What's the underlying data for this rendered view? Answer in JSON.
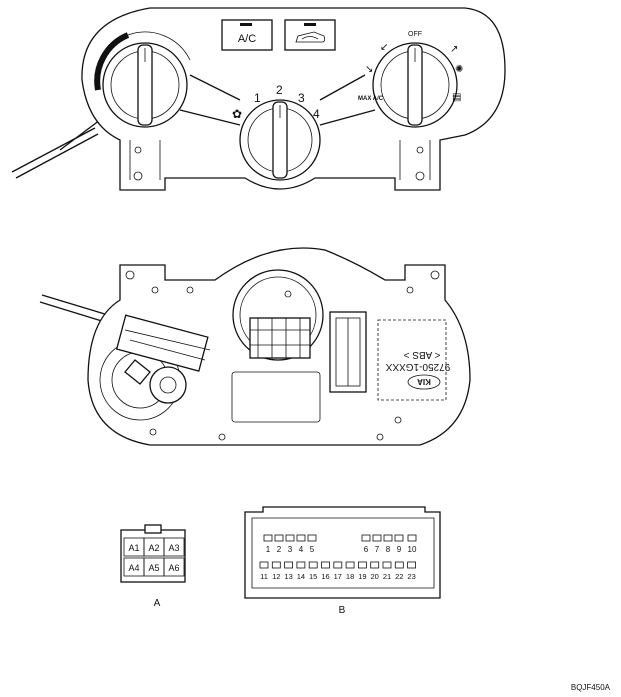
{
  "front_panel": {
    "ac_button_label": "A/C",
    "blower_labels": [
      "1",
      "2",
      "3",
      "4"
    ],
    "mode_off_label": "OFF",
    "mode_max_label": "MAX A/C"
  },
  "rear_panel": {
    "sticker_line1": "< ABS >",
    "sticker_line2": "97250-1GXXX",
    "logo_text": "KIA"
  },
  "connector_a": {
    "caption": "A",
    "pins": [
      "A1",
      "A2",
      "A3",
      "A4",
      "A5",
      "A6"
    ]
  },
  "connector_b": {
    "caption": "B",
    "top_pins": [
      "1",
      "2",
      "3",
      "4",
      "5",
      "6",
      "7",
      "8",
      "9",
      "10"
    ],
    "bottom_pins": [
      "11",
      "12",
      "13",
      "14",
      "15",
      "16",
      "17",
      "18",
      "19",
      "20",
      "21",
      "22",
      "23"
    ]
  },
  "figure_code": "BQJF450A"
}
